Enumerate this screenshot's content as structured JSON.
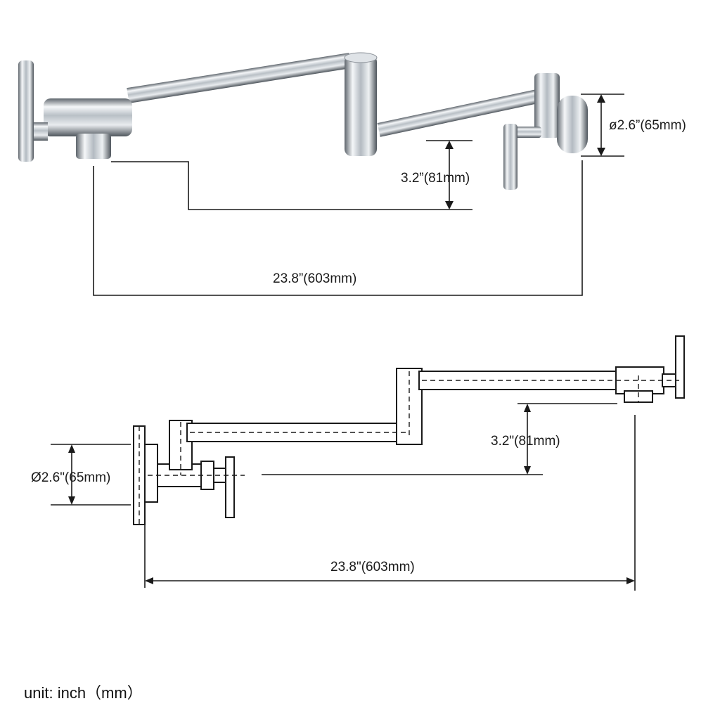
{
  "photo_view": {
    "height_label": "3.2”(81mm)",
    "diameter_label": "ø2.6”(65mm)",
    "length_label": "23.8”(603mm)"
  },
  "drawing_view": {
    "height_label": "3.2\"(81mm)",
    "diameter_label": "Ø2.6\"(65mm)",
    "length_label": "23.8\"(603mm)"
  },
  "unit_label": "unit: inch（mm）",
  "colors": {
    "chrome_dark": "#6f767d",
    "chrome_light": "#f4f6f8",
    "line": "#1a1a1a"
  }
}
